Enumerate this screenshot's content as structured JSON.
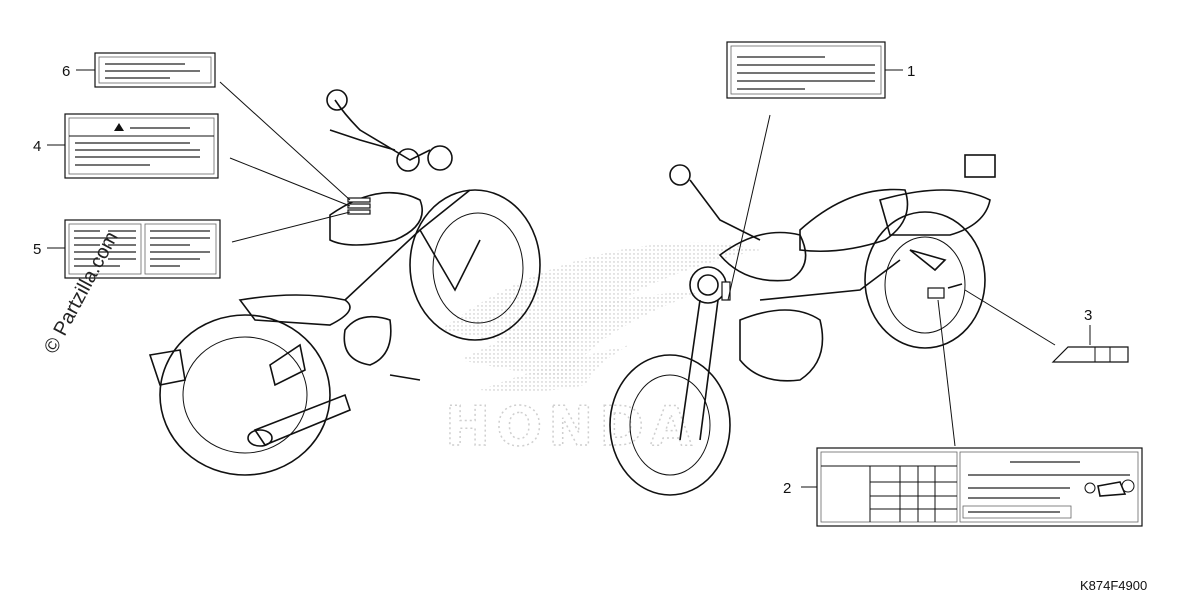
{
  "callouts": [
    {
      "number": "1"
    },
    {
      "number": "2"
    },
    {
      "number": "3"
    },
    {
      "number": "4"
    },
    {
      "number": "5"
    },
    {
      "number": "6"
    }
  ],
  "watermark": "© Partzilla.com",
  "background_logo": "HONDA",
  "drawing_code": "K874F4900"
}
